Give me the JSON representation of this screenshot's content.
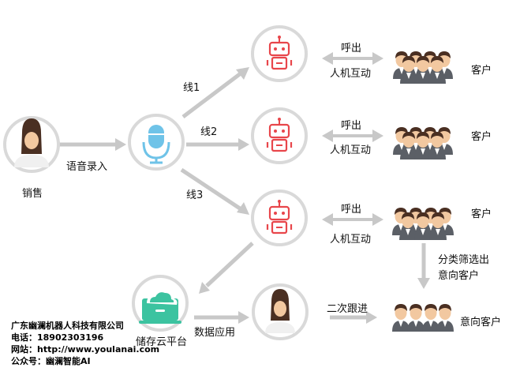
{
  "nodes": {
    "sales_label": "销售",
    "voice_input_label": "语音录入",
    "line1_label": "线1",
    "line2_label": "线2",
    "line3_label": "线3",
    "storage_label": "储存云平台",
    "data_app_label": "数据应用",
    "followup_label": "二次跟进",
    "intention_customer_label": "意向客户",
    "classify_label_line1": "分类筛选出",
    "classify_label_line2": "意向客户"
  },
  "rows": [
    {
      "call": "呼出",
      "interact": "人机互动",
      "customer": "客户"
    },
    {
      "call": "呼出",
      "interact": "人机互动",
      "customer": "客户"
    },
    {
      "call": "呼出",
      "interact": "人机互动",
      "customer": "客户"
    }
  ],
  "company": {
    "name": "广东幽澜机器人科技有限公司",
    "phone": "电话：18902303196",
    "website": "网站：http://www.youlanai.com",
    "wechat": "公众号：幽澜智能AI"
  },
  "colors": {
    "circle_border": "#d9d9d9",
    "arrow": "#c8c8c8",
    "robot": "#e8464b",
    "mic": "#6fc3e8",
    "cloud": "#3cc3a0",
    "skin": "#f2c8a0",
    "hair": "#4a2f22",
    "suit": "#5b5f66"
  }
}
